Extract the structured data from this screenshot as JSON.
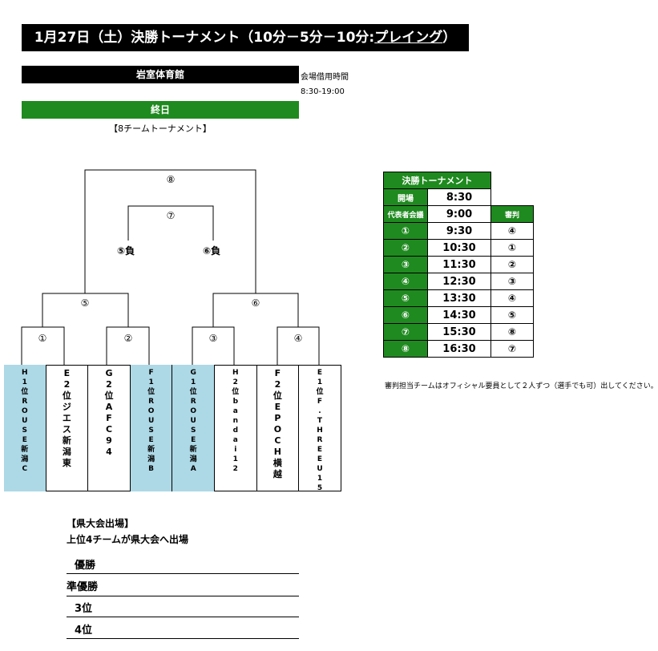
{
  "title": {
    "main": "1月27日（土）決勝トーナメント（10分－5分－10分:",
    "underlined": "プレイング",
    "close": "）"
  },
  "venue": "岩室体育館",
  "venue_usage": {
    "label": "会場借用時間",
    "time": "8:30-19:00"
  },
  "day": "終日",
  "format": "【8チームトーナメント】",
  "bracket": {
    "nodes": {
      "n1": "①",
      "n2": "②",
      "n3": "③",
      "n4": "④",
      "n5": "⑤",
      "n6": "⑥",
      "n7": "⑦",
      "n8": "⑧"
    },
    "losers": {
      "l5": "⑤負",
      "l6": "⑥負"
    }
  },
  "teams": [
    {
      "text": "H1位ROUSE新潟C",
      "blue": true
    },
    {
      "text": "E2位ジエス新潟東",
      "blue": false
    },
    {
      "text": "G2位AFC94",
      "blue": false
    },
    {
      "text": "F1位ROUSE新潟B",
      "blue": true
    },
    {
      "text": "G1位ROUSE新潟A",
      "blue": true
    },
    {
      "text": "H2位bandai12",
      "blue": false
    },
    {
      "text": "F2位EPOCH横越",
      "blue": false
    },
    {
      "text": "E1位F.THREEU15",
      "blue": false
    }
  ],
  "schedule": {
    "header": "決勝トーナメント",
    "open": {
      "label": "開場",
      "time": "8:30"
    },
    "meeting": {
      "label": "代表者会議",
      "time": "9:00",
      "ref_header": "審判"
    },
    "rows": [
      {
        "game": "①",
        "time": "9:30",
        "ref": "④"
      },
      {
        "game": "②",
        "time": "10:30",
        "ref": "①"
      },
      {
        "game": "③",
        "time": "11:30",
        "ref": "②"
      },
      {
        "game": "④",
        "time": "12:30",
        "ref": "③"
      },
      {
        "game": "⑤",
        "time": "13:30",
        "ref": "④"
      },
      {
        "game": "⑥",
        "time": "14:30",
        "ref": "⑤"
      },
      {
        "game": "⑦",
        "time": "15:30",
        "ref": "⑧"
      },
      {
        "game": "⑧",
        "time": "16:30",
        "ref": "⑦"
      }
    ]
  },
  "note": "審判担当チームはオフィシャル要員として２人ずつ（選手でも可）出してください。",
  "prefectural": {
    "heading": "【県大会出場】",
    "sub": "上位4チームが県大会へ出場",
    "ranks": [
      "優勝",
      "準優勝",
      "3位",
      "4位"
    ]
  }
}
